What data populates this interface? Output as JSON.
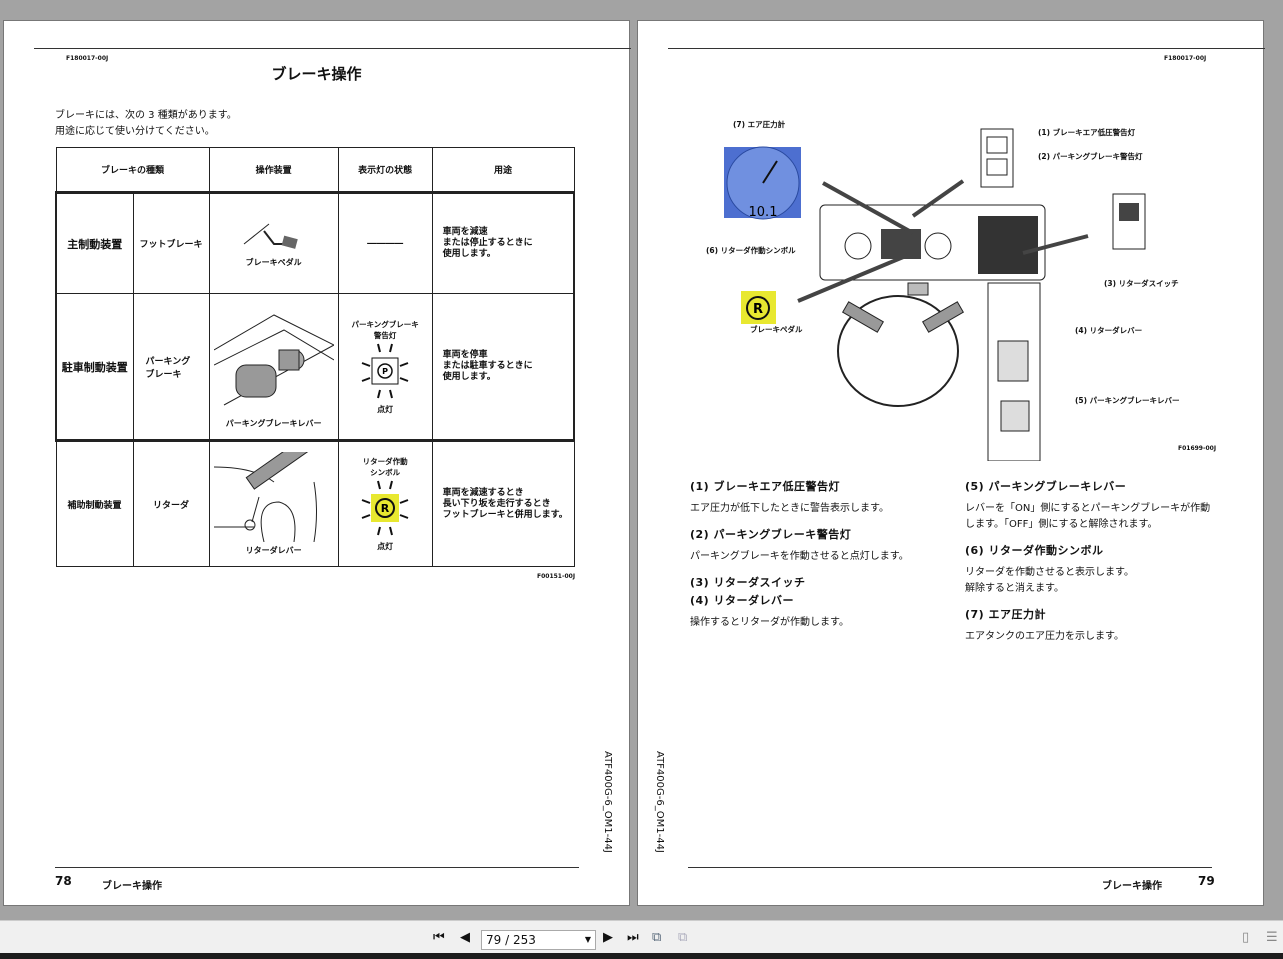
{
  "left_page": {
    "code": "F180017-00J",
    "title": "ブレーキ操作",
    "intro": [
      "ブレーキには、次の 3 種類があります。",
      "用途に応じて使い分けてください。"
    ],
    "table": {
      "headers": [
        "ブレーキの種類",
        "操作装置",
        "表示灯の状態",
        "用途"
      ],
      "rows": [
        {
          "type": "主制動装置",
          "sub": "フットブレーキ",
          "device": "ブレーキペダル",
          "indicator_dash": "――――",
          "use": [
            "車両を減速",
            "または停止するときに",
            "使用します。"
          ]
        },
        {
          "type": "駐車制動装置",
          "sub": "パーキング\nブレーキ",
          "device": "パーキングブレーキレバー",
          "indicator_title": "パーキングブレーキ\n警告灯",
          "indicator_state": "点灯",
          "use": [
            "車両を停車",
            "または駐車するときに",
            "使用します。"
          ]
        },
        {
          "type": "補助制動装置",
          "sub": "リターダ",
          "device": "リターダレバー",
          "indicator_title": "リターダ作動\nシンボル",
          "indicator_state": "点灯",
          "use": [
            "車両を減速するとき",
            "長い下り坂を走行するとき",
            "フットブレーキと併用します。"
          ]
        }
      ]
    },
    "fig_code": "F00151-00J",
    "side_text": "ATF400G-6_OM1-44J",
    "page_number": "78",
    "footer": "ブレーキ操作"
  },
  "right_page": {
    "code": "F180017-00J",
    "fig_code": "F01699-00J",
    "side_text": "ATF400G-6_OM1-44J",
    "page_number": "79",
    "footer": "ブレーキ操作",
    "labels": {
      "l7": "(7) エア圧力計",
      "l1": "(1) ブレーキエア低圧警告灯",
      "l2": "(2) パーキングブレーキ警告灯",
      "l6": "(6) リターダ作動シンボル",
      "l3": "(3) リターダスイッチ",
      "pedal": "ブレーキペダル",
      "l4": "(4) リターダレバー",
      "l5": "(5) パーキングブレーキレバー",
      "gauge_reading": "10.1"
    },
    "items": [
      {
        "heading": "(1)  ブレーキエア低圧警告灯",
        "text": "エア圧力が低下したときに警告表示します。"
      },
      {
        "heading": "(2)  パーキングブレーキ警告灯",
        "text": "パーキングブレーキを作動させると点灯します。"
      },
      {
        "heading": "(3)  リターダスイッチ"
      },
      {
        "heading": "(4)  リターダレバー",
        "text": "操作するとリターダが作動します。"
      },
      {
        "heading": "(5)  パーキングブレーキレバー",
        "text": "レバーを「ON」側にするとパーキングブレーキが作動します。「OFF」側にすると解除されます。"
      },
      {
        "heading": "(6)  リターダ作動シンボル",
        "text": "リターダを作動させると表示します。\n解除すると消えます。"
      },
      {
        "heading": "(7)  エア圧力計",
        "text": "エアタンクのエア圧力を示します。"
      }
    ]
  },
  "toolbar": {
    "page_input": "79 / 253"
  },
  "colors": {
    "gauge_blue": "#4d6fd0",
    "retarder_yellow": "#e8e830"
  }
}
